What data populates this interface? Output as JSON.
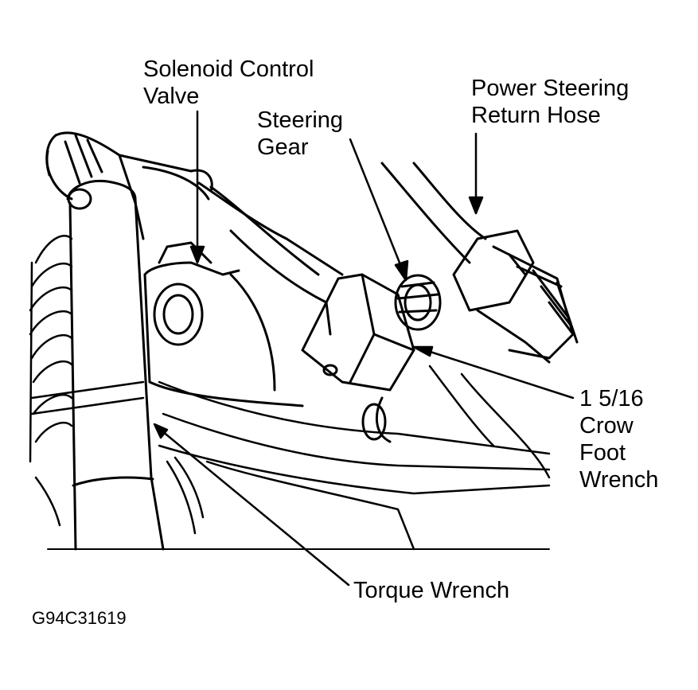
{
  "figure": {
    "code": "G94C31619",
    "colors": {
      "ink": "#000000",
      "paper": "#ffffff"
    }
  },
  "labels": {
    "solenoid": [
      "Solenoid Control",
      "Valve"
    ],
    "gear": [
      "Steering",
      "Gear"
    ],
    "hose": [
      "Power Steering",
      "Return Hose"
    ],
    "crow_foot": [
      "1 5/16",
      "Crow",
      "Foot",
      "Wrench"
    ],
    "torque_wrench": "Torque Wrench"
  }
}
